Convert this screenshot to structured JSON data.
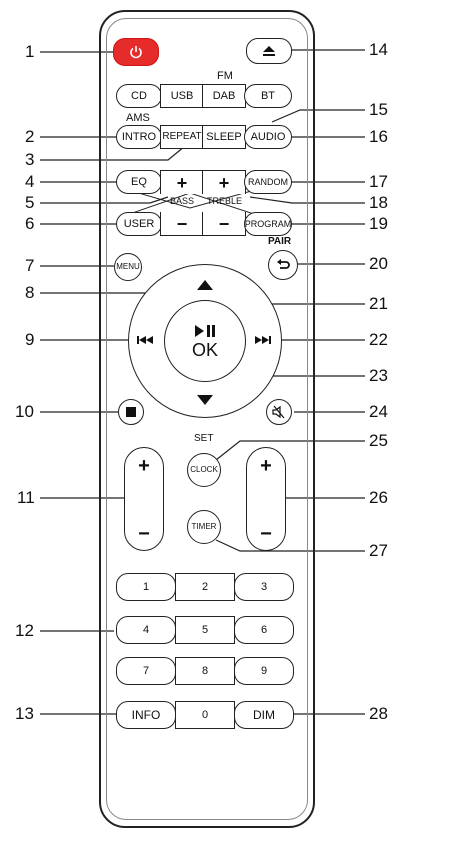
{
  "buttons": {
    "cd": "CD",
    "usb": "USB",
    "dab": "DAB",
    "bt": "BT",
    "intro": "INTRO",
    "repeat": "REPEAT",
    "sleep": "SLEEP",
    "audio": "AUDIO",
    "eq": "EQ",
    "plus": "+",
    "minus": "−",
    "random": "RANDOM",
    "user": "USER",
    "program": "PROGRAM",
    "menu": "MENU",
    "ok": "OK",
    "clock": "CLOCK",
    "timer": "TIMER",
    "info": "INFO",
    "dim": "DIM"
  },
  "labels": {
    "fm": "FM",
    "ams": "AMS",
    "bass": "BASS",
    "treble": "TREBLE",
    "pair": "PAIR",
    "set": "SET"
  },
  "keypad": [
    "1",
    "2",
    "3",
    "4",
    "5",
    "6",
    "7",
    "8",
    "9",
    "0"
  ],
  "callouts": [
    "1",
    "2",
    "3",
    "4",
    "5",
    "6",
    "7",
    "8",
    "9",
    "10",
    "11",
    "12",
    "13",
    "14",
    "15",
    "16",
    "17",
    "18",
    "19",
    "20",
    "21",
    "22",
    "23",
    "24",
    "25",
    "26",
    "27",
    "28"
  ],
  "colors": {
    "power": "#e62b2b",
    "line": "#222222"
  },
  "icons": [
    "power-icon",
    "eject-icon",
    "up-arrow-icon",
    "down-arrow-icon",
    "previous-track-icon",
    "next-track-icon",
    "play-pause-icon",
    "stop-icon",
    "mute-icon",
    "pair-return-icon"
  ]
}
